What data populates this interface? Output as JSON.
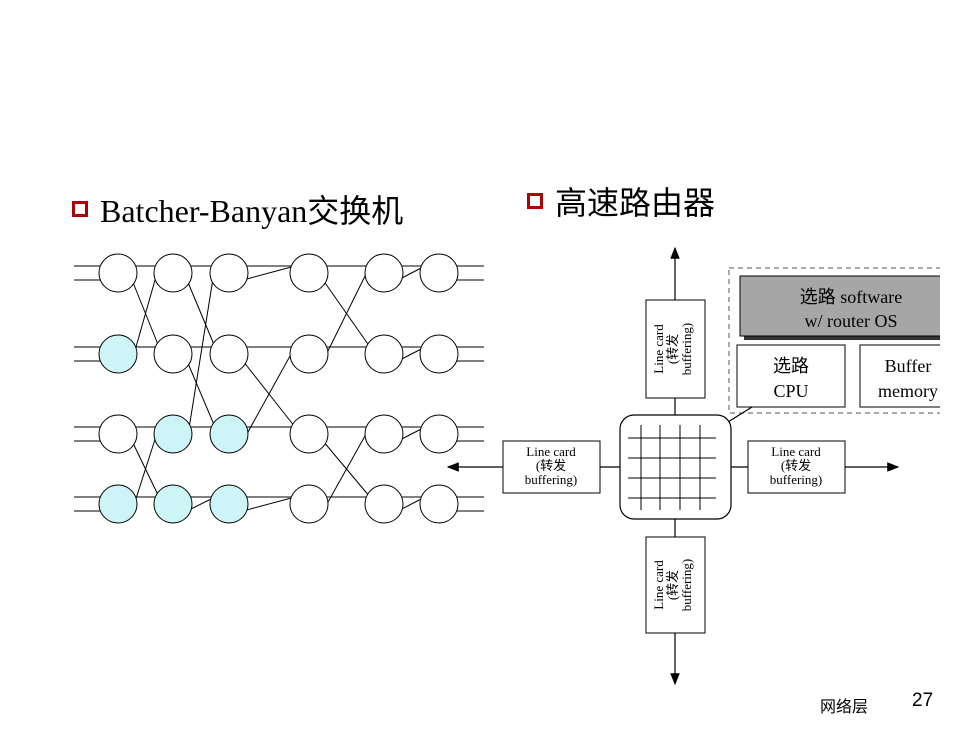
{
  "bullets": {
    "left": "Batcher-Banyan交换机",
    "right": "高速路由器"
  },
  "router": {
    "linecard": {
      "title": "Line card",
      "sub": "(转发",
      "buffer": "buffering)"
    },
    "software": {
      "line1": "选路 software",
      "line2": "w/ router OS"
    },
    "cpu": {
      "line1": "选路",
      "line2": "CPU"
    },
    "buffer": {
      "line1": "Buffer",
      "line2": "memory"
    }
  },
  "footer": {
    "label": "网络层",
    "page": "27"
  },
  "colors": {
    "highlight_node": "#cdf5f7",
    "software_box": "#a6a6a6",
    "bullet": "#b00000"
  }
}
